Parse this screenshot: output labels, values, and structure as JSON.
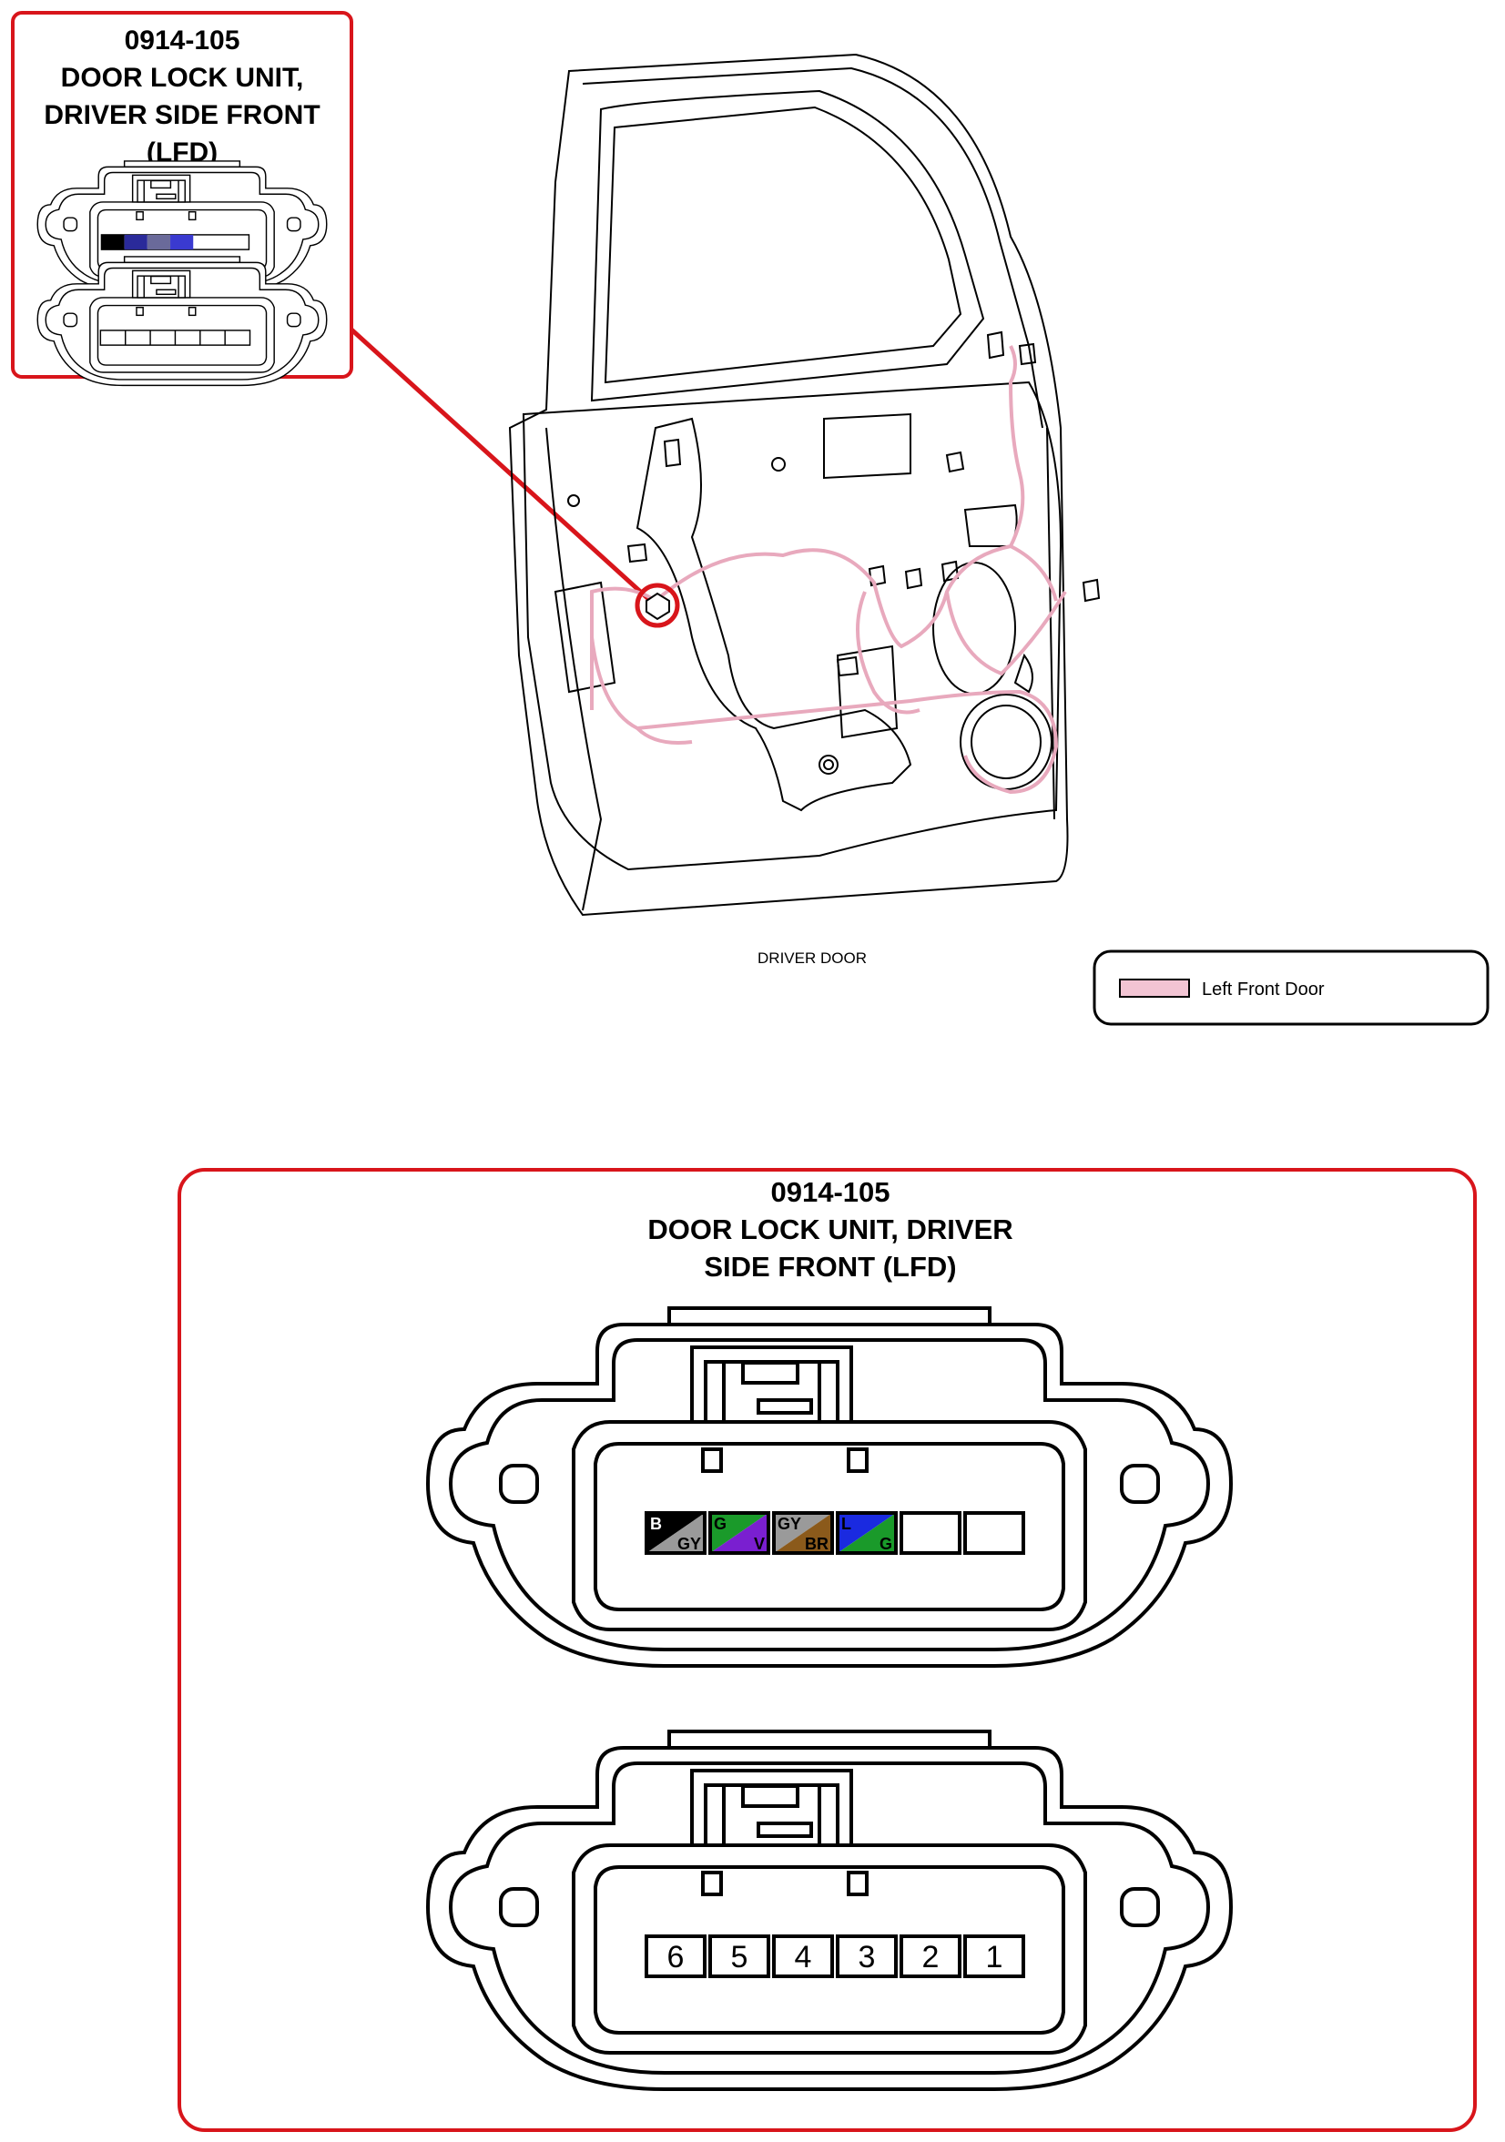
{
  "inset_callout": {
    "code": "0914-105",
    "title_line1": "DOOR LOCK UNIT,",
    "title_line2": "DRIVER SIDE FRONT",
    "title_line3": "(LFD)"
  },
  "door_caption": "DRIVER DOOR",
  "legend": {
    "label": "Left Front Door",
    "swatch_color": "#f2c4d3"
  },
  "detail_panel": {
    "code": "0914-105",
    "title_line1": "DOOR LOCK UNIT, DRIVER",
    "title_line2": "SIDE FRONT (LFD)"
  },
  "wire_cavities": [
    {
      "top": "B",
      "bottom": "GY",
      "color_top": "#000000",
      "color_bottom": "#9a9a9a"
    },
    {
      "top": "G",
      "bottom": "V",
      "color_top": "#1a9a2a",
      "color_bottom": "#7a1fd0"
    },
    {
      "top": "GY",
      "bottom": "BR",
      "color_top": "#9a9a9a",
      "color_bottom": "#8b5a1b"
    },
    {
      "top": "L",
      "bottom": "G",
      "color_top": "#1a2ae0",
      "color_bottom": "#1a9a2a"
    },
    {
      "top": "",
      "bottom": "",
      "color_top": "#ffffff",
      "color_bottom": "#ffffff"
    },
    {
      "top": "",
      "bottom": "",
      "color_top": "#ffffff",
      "color_bottom": "#ffffff"
    }
  ],
  "pin_numbers": [
    "6",
    "5",
    "4",
    "3",
    "2",
    "1"
  ],
  "colors": {
    "callout_border": "#d8151b",
    "harness": "#e8a9bd",
    "outline": "#000000"
  }
}
